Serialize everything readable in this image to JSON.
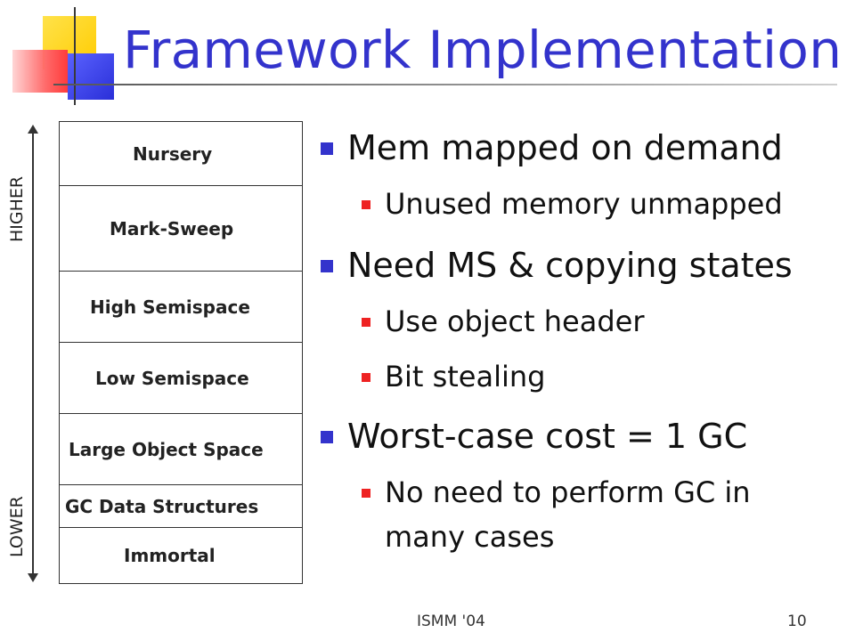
{
  "slide": {
    "title": "Framework Implementation",
    "memory_map": {
      "regions": [
        "Nursery",
        "Mark-Sweep",
        "High Semispace",
        "Low Semispace",
        "Large Object Space",
        "GC Data Structures",
        "Immortal"
      ],
      "higher_label": "HIGHER",
      "lower_label": "LOWER"
    },
    "bullets": [
      "Mem mapped on demand",
      "Unused memory unmapped",
      "Need MS & copying states",
      "Use object header",
      "Bit stealing",
      "Worst-case cost = 1 GC",
      "No need to perform GC in",
      "many cases"
    ],
    "footer": {
      "conference": "ISMM '04",
      "page_number": "10"
    },
    "colors": {
      "title": "#3333cc",
      "bullet_level1": "#3333cc",
      "bullet_level2": "#ee2222"
    }
  }
}
